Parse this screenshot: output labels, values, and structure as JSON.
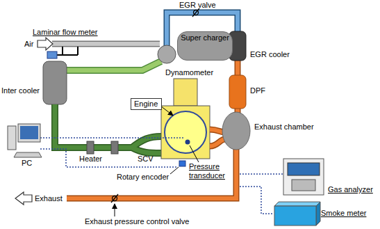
{
  "diagram": {
    "nodes": [
      {
        "text": [
          "Super charger"
        ]
      },
      {
        "text": [
          "Engine"
        ]
      }
    ],
    "labels": [
      "EGR valve",
      "Laminar flow meter",
      "Air",
      "Dynamometer",
      "EGR cooler",
      "DPF",
      "Inter cooler",
      "Heater",
      "SCV",
      "Exhaust chamber",
      "PC",
      "Pressure transducer",
      "Rotary encoder",
      "Gas analyzer",
      "Exhaust",
      "Smoke meter",
      "Exhaust pressure control valve"
    ]
  }
}
